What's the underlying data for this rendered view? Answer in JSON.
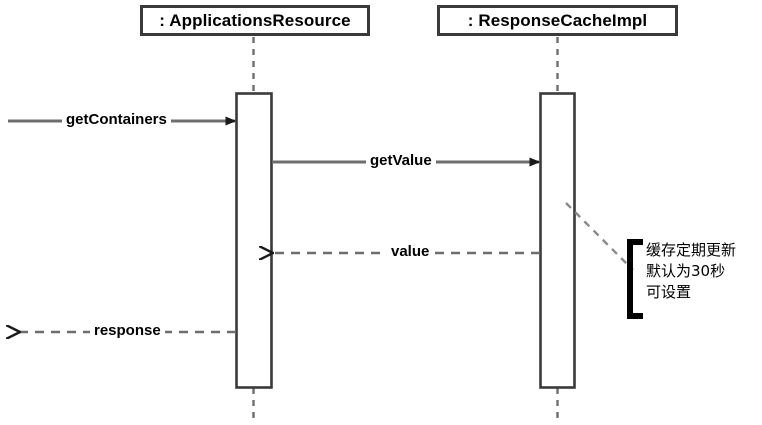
{
  "diagram": {
    "type": "uml-sequence-diagram",
    "background": "#ffffff",
    "line_color": "#555555",
    "border_color": "#3a3a3a",
    "text_color": "#000000"
  },
  "participants": [
    {
      "id": "applications-resource",
      "label": ": ApplicationsResource"
    },
    {
      "id": "response-cache-impl",
      "label": ": ResponseCacheImpl"
    }
  ],
  "messages": [
    {
      "id": "get-containers",
      "label": "getContainers",
      "style": "solid",
      "arrow": "filled",
      "direction": "right"
    },
    {
      "id": "get-value",
      "label": "getValue",
      "style": "solid",
      "arrow": "filled",
      "direction": "right"
    },
    {
      "id": "value",
      "label": "value",
      "style": "dashed",
      "arrow": "open",
      "direction": "left"
    },
    {
      "id": "response",
      "label": "response",
      "style": "dashed",
      "arrow": "open",
      "direction": "left"
    }
  ],
  "note": {
    "id": "cache-note",
    "lines": [
      "缓存定期更新",
      "默认为30秒",
      "可设置"
    ]
  }
}
